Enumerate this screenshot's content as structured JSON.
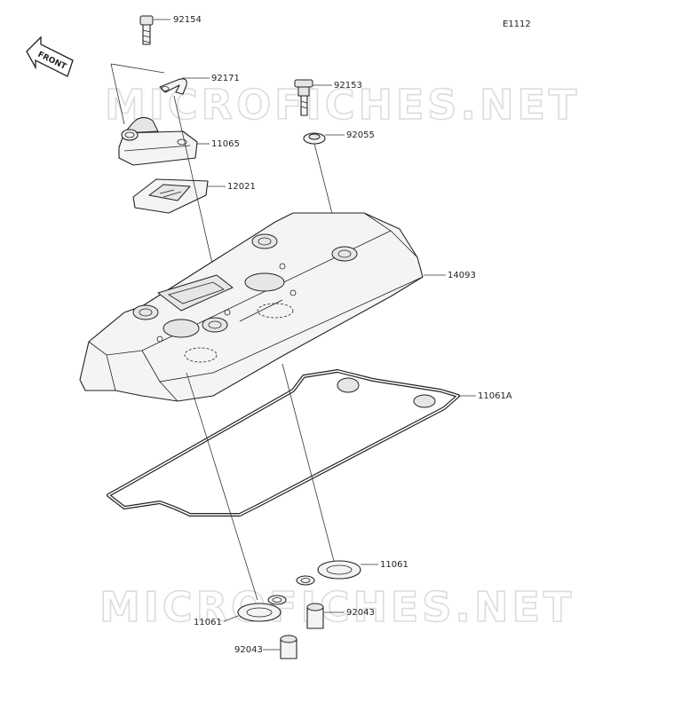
{
  "diagram": {
    "code": "E1112",
    "front_label": "FRONT",
    "watermark": "MICROFICHES.NET",
    "parts": [
      {
        "number": "92154"
      },
      {
        "number": "92171"
      },
      {
        "number": "92153"
      },
      {
        "number": "11065"
      },
      {
        "number": "92055"
      },
      {
        "number": "12021"
      },
      {
        "number": "14093"
      },
      {
        "number": "11061A"
      },
      {
        "number": "11061"
      },
      {
        "number": "92043"
      },
      {
        "number": "11061"
      },
      {
        "number": "92043"
      }
    ]
  }
}
